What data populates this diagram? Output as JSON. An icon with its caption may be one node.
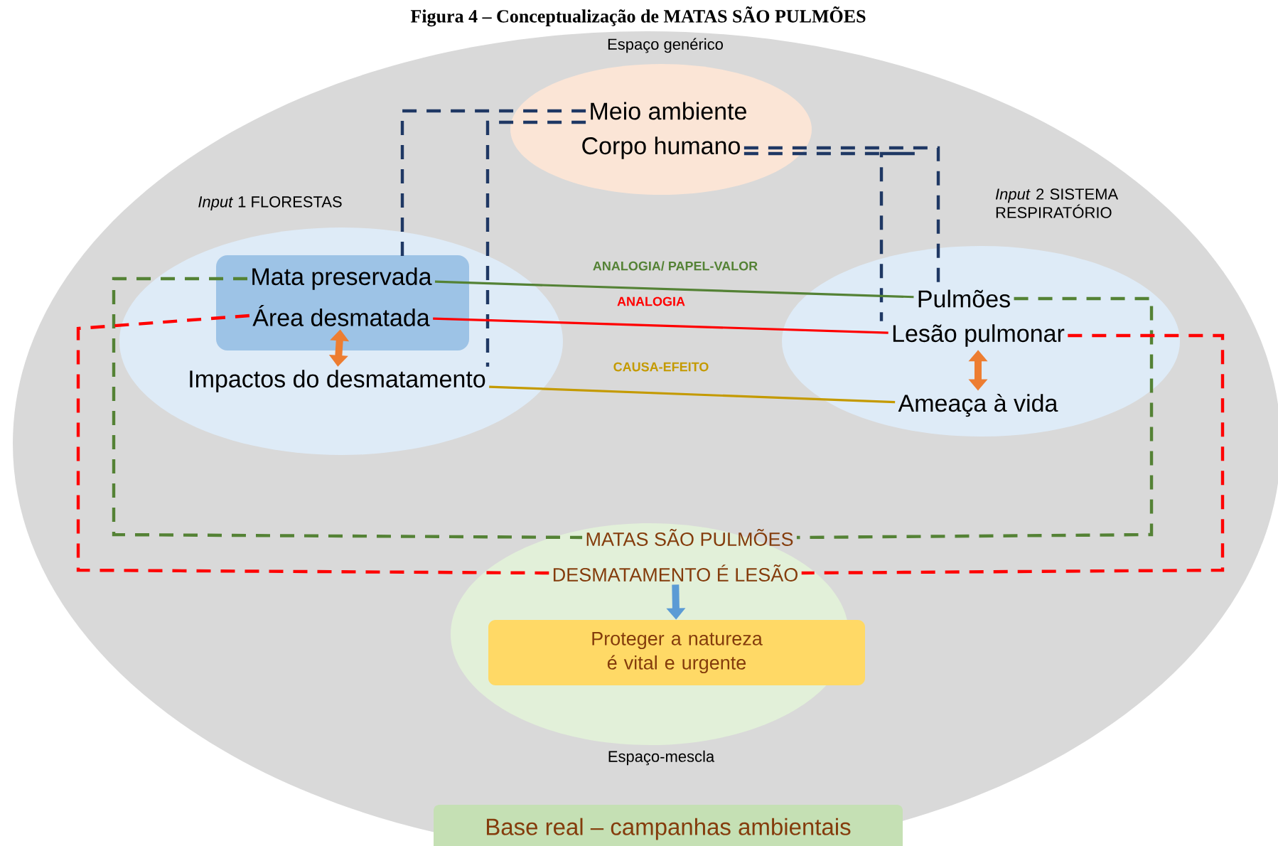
{
  "diagram": {
    "title": "Figura 4 – Conceptualização de MATAS SÃO PULMÕES",
    "nodes": [
      {
        "text": [
          "Espaço genérico"
        ]
      },
      {
        "text": [
          "Meio ambiente"
        ],
        "in": 0
      },
      {
        "text": [
          "Corpo humano"
        ],
        "in": 0
      },
      {
        "text": [
          "*Input* 1 FLORESTAS"
        ]
      },
      {
        "text": [],
        "shape": "box",
        "in": 3
      },
      {
        "text": [
          "Mata preservada"
        ],
        "in": 4
      },
      {
        "text": [
          "Área desmatada"
        ],
        "in": 4
      },
      {
        "text": [
          "Impactos do desmatamento"
        ],
        "in": 3
      },
      {
        "text": [
          "*Input* 2 SISTEMA RESPIRATÓRIO"
        ]
      },
      {
        "text": [
          "Pulmões"
        ],
        "in": 8
      },
      {
        "text": [
          "Lesão pulmonar"
        ],
        "in": 8
      },
      {
        "text": [
          "Ameaça à vida"
        ],
        "in": 8
      },
      {
        "text": [
          "Espaço-mescla"
        ]
      },
      {
        "text": [
          "MATAS SÃO PULMÕES"
        ],
        "in": 12
      },
      {
        "text": [
          "DESMATAMENTO É LESÃO"
        ],
        "in": 12
      },
      {
        "text": [
          "Proteger a natureza é vital e urgente"
        ],
        "in": 12
      },
      {
        "text": [
          "Base real – campanhas ambientais"
        ]
      }
    ],
    "edges": [
      {
        "from": 1,
        "to": 5,
        "arrow": "none",
        "style": "dashed",
        "color": "#1f3864"
      },
      {
        "from": 1,
        "to": 7,
        "arrow": "none",
        "style": "dashed",
        "color": "#1f3864"
      },
      {
        "from": 2,
        "to": 9,
        "arrow": "none",
        "style": "dashed",
        "color": "#1f3864"
      },
      {
        "from": 2,
        "to": 10,
        "arrow": "none",
        "style": "dashed",
        "color": "#1f3864"
      },
      {
        "from": 5,
        "to": 9,
        "arrow": "none",
        "label": "ANALOGIA/ PAPEL-VALOR",
        "color": "#548235"
      },
      {
        "from": 6,
        "to": 10,
        "arrow": "none",
        "label": "ANALOGIA",
        "color": "#ff0000"
      },
      {
        "from": 7,
        "to": 11,
        "arrow": "none",
        "label": "CAUSA-EFEITO",
        "color": "#c49a00"
      },
      {
        "from": 6,
        "to": 7,
        "arrow": "both",
        "style": "thick",
        "color": "#ed7d31"
      },
      {
        "from": 10,
        "to": 11,
        "arrow": "both",
        "style": "thick",
        "color": "#ed7d31"
      },
      {
        "from": 5,
        "to": 13,
        "arrow": "none",
        "style": "dashed",
        "color": "#548235"
      },
      {
        "from": 9,
        "to": 13,
        "arrow": "none",
        "style": "dashed",
        "color": "#548235"
      },
      {
        "from": 6,
        "to": 14,
        "arrow": "none",
        "style": "dashed",
        "color": "#ff0000"
      },
      {
        "from": 10,
        "to": 14,
        "arrow": "none",
        "style": "dashed",
        "color": "#ff0000"
      },
      {
        "from": 14,
        "to": 15,
        "arrow": "to",
        "style": "thick",
        "color": "#5b9bd5"
      }
    ]
  }
}
